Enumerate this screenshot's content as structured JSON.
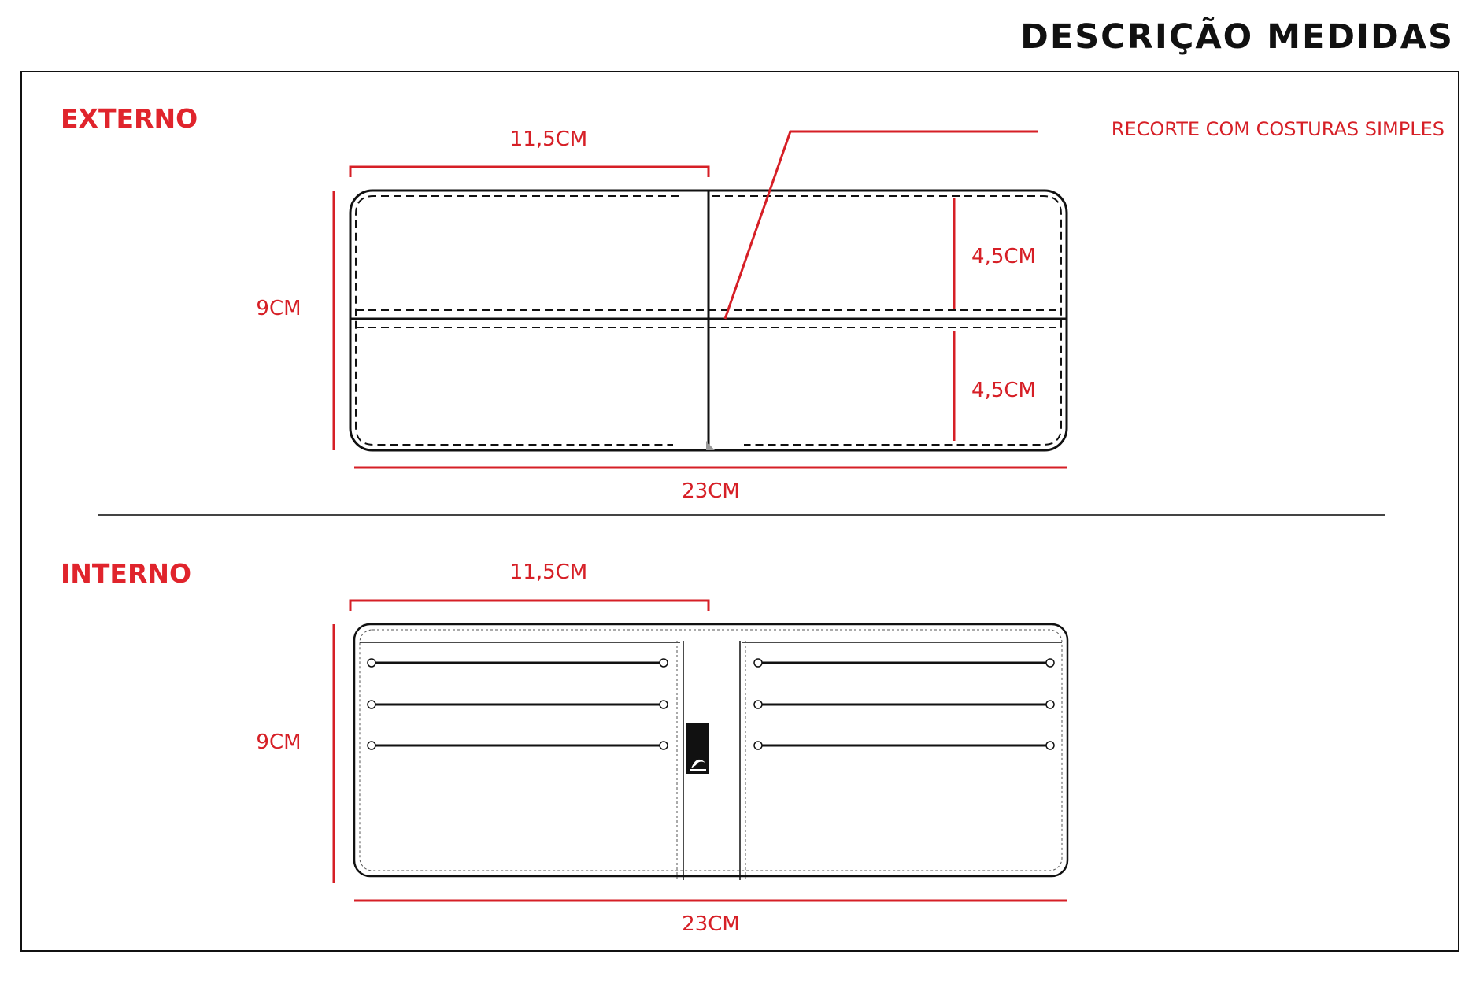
{
  "title": "DESCRIÇÃO MEDIDAS",
  "colors": {
    "accent": "#d61f26",
    "ink": "#111111"
  },
  "externo": {
    "heading": "EXTERNO",
    "width_top": "11,5CM",
    "height": "9CM",
    "half_top": "4,5CM",
    "half_bottom": "4,5CM",
    "width_full": "23CM",
    "callout": "RECORTE COM COSTURAS SIMPLES"
  },
  "interno": {
    "heading": "INTERNO",
    "width_top": "11,5CM",
    "height": "9CM",
    "width_full": "23CM",
    "brand_icon": "quiksilver-logo-icon"
  }
}
